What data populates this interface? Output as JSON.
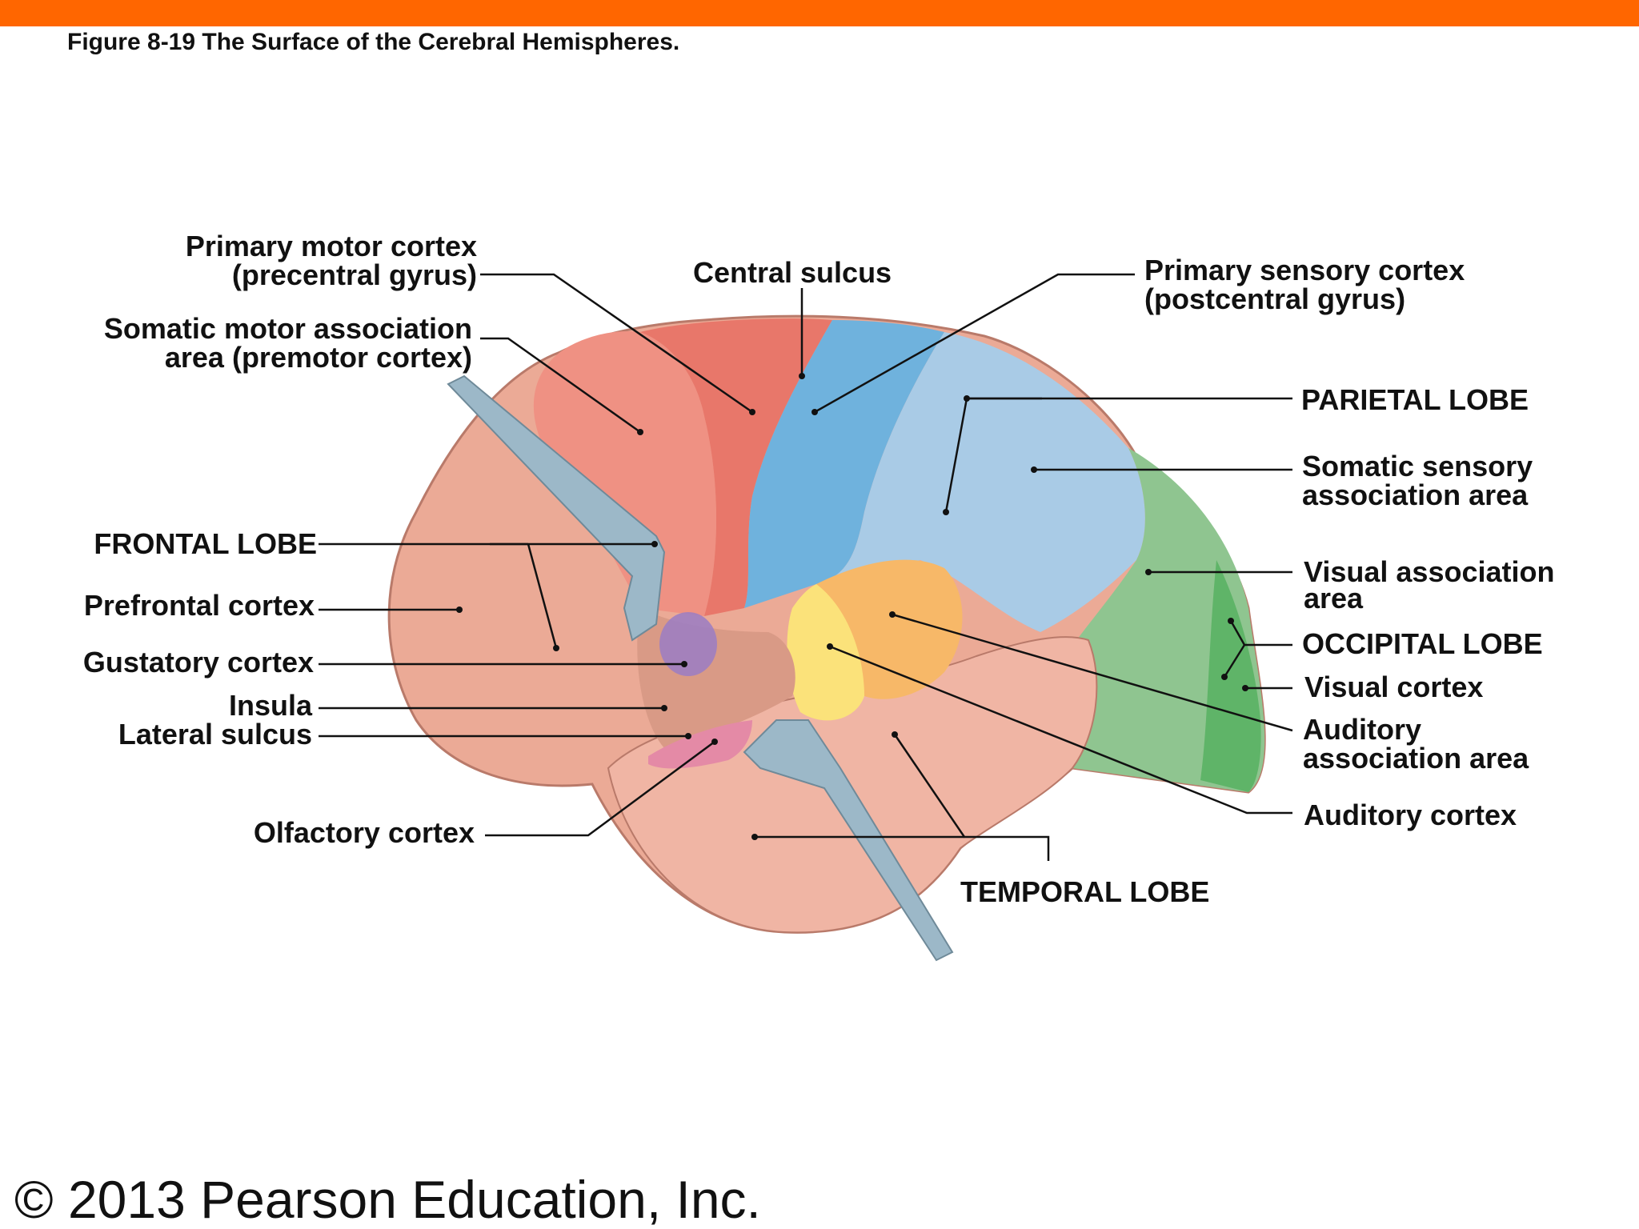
{
  "header": {
    "figure_title": "Figure 8-19  The Surface of the Cerebral Hemispheres."
  },
  "footer": {
    "copyright": "© 2013 Pearson Education, Inc."
  },
  "colors": {
    "header_bar": "#ff6600",
    "frontal": "#ebaa96",
    "primary_motor": "#e8776a",
    "primary_sensory": "#6fb2dd",
    "parietal_association": "#a9cbe6",
    "occipital_association": "#8fc590",
    "visual_cortex": "#5fb468",
    "auditory_cortex": "#fbe27a",
    "auditory_association": "#f7b868",
    "gustatory": "#9a7cc4",
    "olfactory": "#e48aa6",
    "temporal": "#f0b5a4",
    "probe": "#9cb8c8"
  },
  "labels": {
    "primary_motor_line1": "Primary motor cortex",
    "primary_motor_line2": "(precentral gyrus)",
    "somatic_motor_line1": "Somatic motor association",
    "somatic_motor_line2": "area (premotor cortex)",
    "central_sulcus": "Central sulcus",
    "primary_sensory_line1": "Primary sensory cortex",
    "primary_sensory_line2": "(postcentral gyrus)",
    "parietal_lobe": "PARIETAL LOBE",
    "somatic_sensory_line1": "Somatic sensory",
    "somatic_sensory_line2": "association area",
    "frontal_lobe": "FRONTAL LOBE",
    "prefrontal": "Prefrontal cortex",
    "gustatory": "Gustatory cortex",
    "insula": "Insula",
    "lateral_sulcus": "Lateral sulcus",
    "olfactory": "Olfactory cortex",
    "visual_association_line1": "Visual association",
    "visual_association_line2": "area",
    "occipital_lobe": "OCCIPITAL LOBE",
    "visual_cortex": "Visual cortex",
    "auditory_association_line1": "Auditory",
    "auditory_association_line2": "association area",
    "auditory_cortex": "Auditory cortex",
    "temporal_lobe": "TEMPORAL LOBE"
  }
}
